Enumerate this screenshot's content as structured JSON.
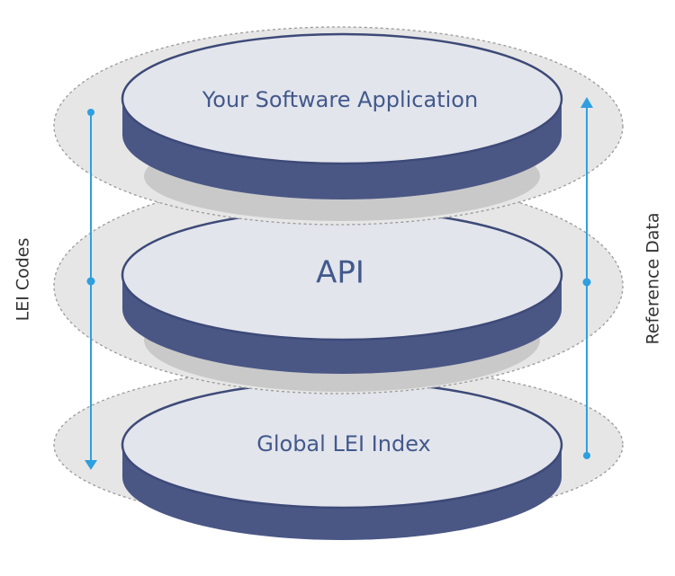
{
  "layers": {
    "top": {
      "label": "Your Software Application"
    },
    "middle": {
      "label": "API"
    },
    "bottom": {
      "label": "Global LEI Index"
    }
  },
  "flows": {
    "left": {
      "label": "LEI Codes",
      "direction": "down"
    },
    "right": {
      "label": "Reference Data",
      "direction": "up"
    }
  },
  "colors": {
    "disc_face": "#e3e5ec",
    "disc_side": "#4a5785",
    "disc_outline": "#3d4a78",
    "halo": "#e6e6e6",
    "halo_border": "#9a9a9a",
    "shadow": "#c9c9c9",
    "label_text": "#42598c",
    "arrow": "#2e9fdf",
    "side_text": "#333333"
  }
}
